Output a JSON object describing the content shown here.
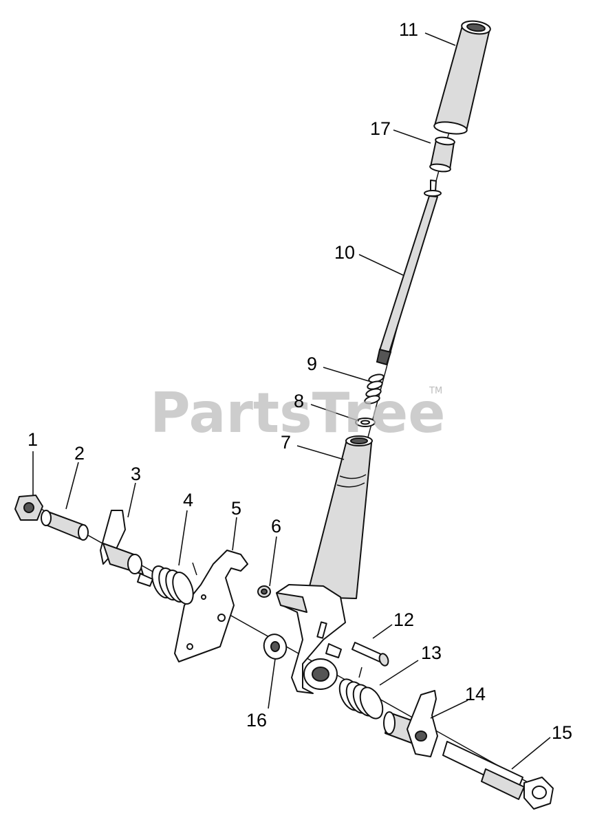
{
  "watermark": {
    "text": "PartsTree",
    "trademark": "TM"
  },
  "callouts": {
    "c1": "1",
    "c2": "2",
    "c3": "3",
    "c4": "4",
    "c5": "5",
    "c6": "6",
    "c7": "7",
    "c8": "8",
    "c9": "9",
    "c10": "10",
    "c11": "11",
    "c12": "12",
    "c13": "13",
    "c14": "14",
    "c15": "15",
    "c16": "16",
    "c17": "17"
  }
}
